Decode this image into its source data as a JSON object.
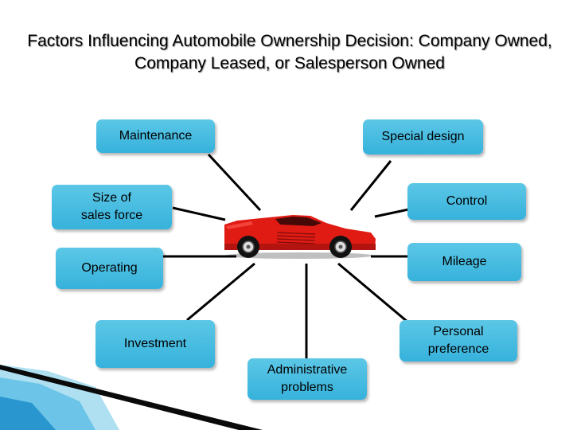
{
  "title": "Factors Influencing Automobile Ownership Decision: Company Owned, Company Leased, or Salesperson Owned",
  "center_image": "red-sports-car",
  "colors": {
    "box_fill": "#4dbfe3",
    "car_body": "#e01b14",
    "connector": "#000000"
  },
  "factors": [
    {
      "label": "Maintenance"
    },
    {
      "label": "Special design"
    },
    {
      "label": "Size of\nsales force"
    },
    {
      "label": "Control"
    },
    {
      "label": "Operating"
    },
    {
      "label": "Mileage"
    },
    {
      "label": "Investment"
    },
    {
      "label": "Personal\npreference"
    },
    {
      "label": "Administrative\nproblems"
    }
  ]
}
